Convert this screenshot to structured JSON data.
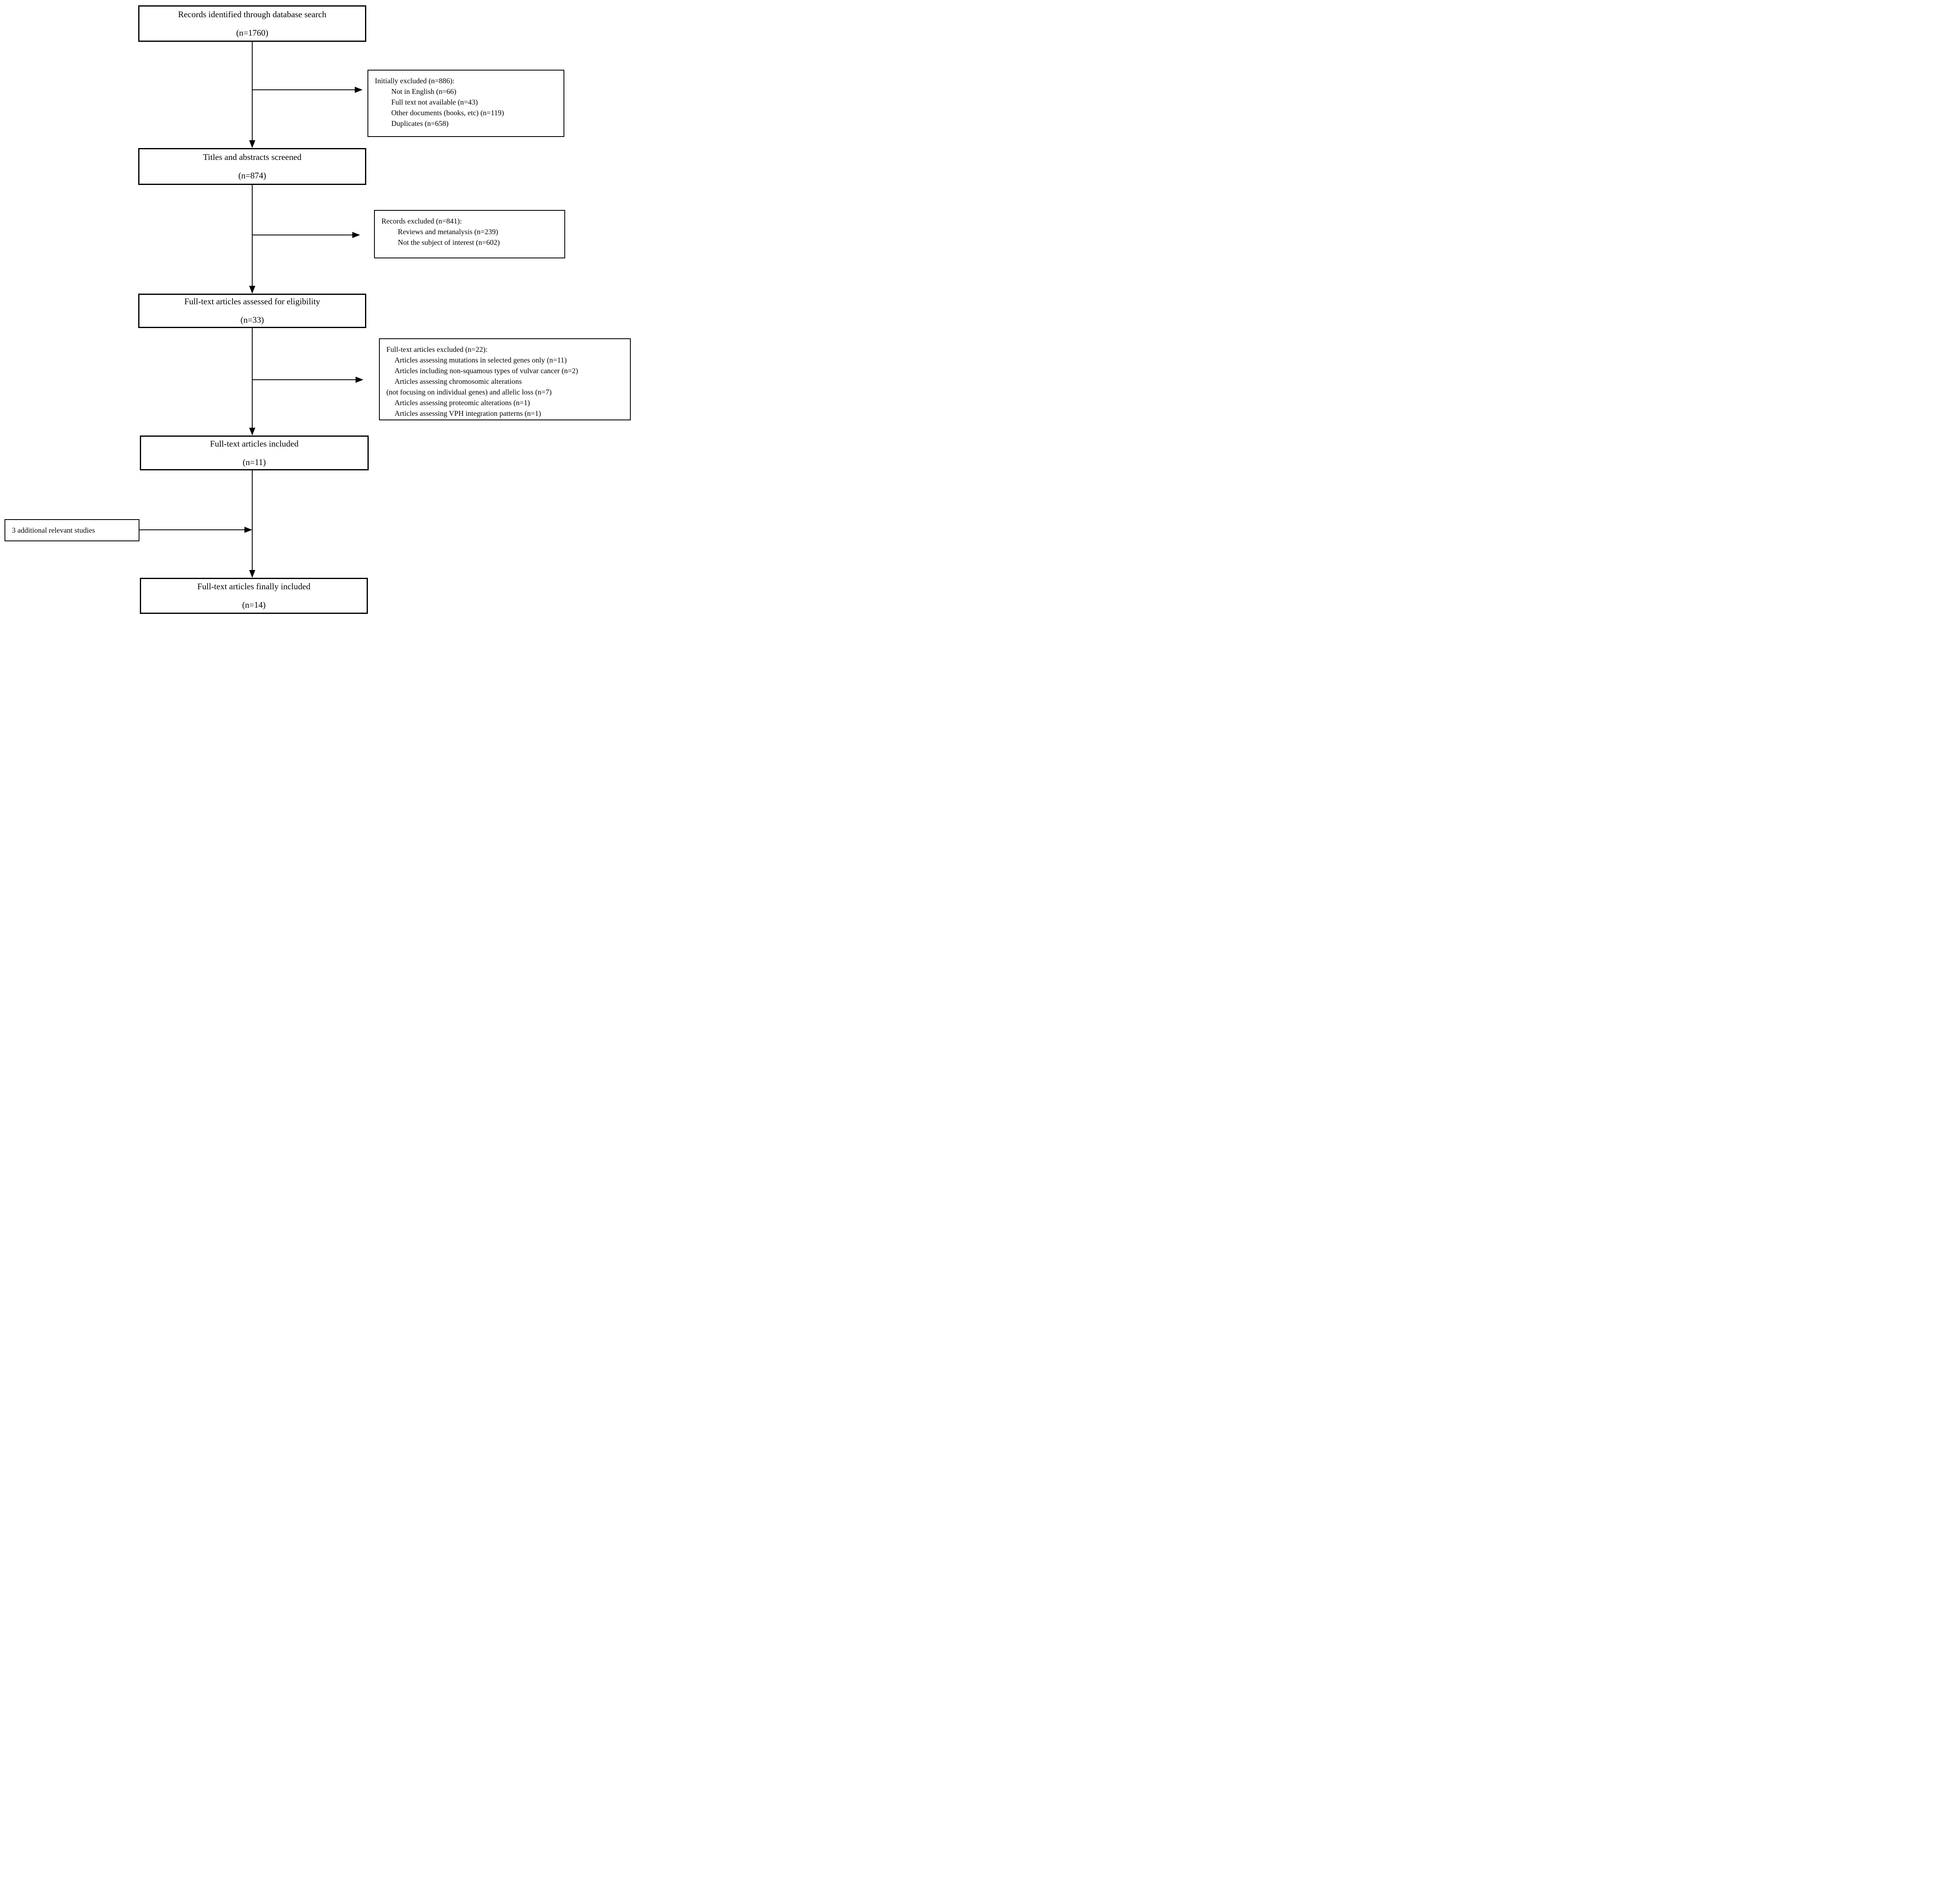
{
  "flow": {
    "main_boxes": [
      {
        "label": "Records identified through database search",
        "count": "(n=1760)"
      },
      {
        "label": "Titles and abstracts screened",
        "count": "(n=874)"
      },
      {
        "label": "Full-text articles assessed for eligibility",
        "count": "(n=33)"
      },
      {
        "label": "Full-text articles included",
        "count": "(n=11)"
      },
      {
        "label": "Full-text articles finally included",
        "count": "(n=14)"
      }
    ],
    "exclusion_boxes": [
      {
        "header": "Initially excluded (n=886):",
        "items": [
          "Not in English (n=66)",
          "Full text not available (n=43)",
          "Other documents (books, etc) (n=119)",
          "Duplicates (n=658)"
        ]
      },
      {
        "header": "Records excluded (n=841):",
        "items": [
          "Reviews and metanalysis (n=239)",
          "Not the subject of interest (n=602)"
        ]
      },
      {
        "header": "Full-text articles excluded (n=22):",
        "items": [
          "Articles assessing mutations in selected genes only (n=11)",
          "Articles including non-squamous types of vulvar cancer (n=2)",
          "Articles assessing chromosomic alterations",
          "(not focusing on individual genes) and allelic loss (n=7)",
          "Articles assessing proteomic alterations (n=1)",
          "Articles assessing VPH integration patterns (n=1)"
        ]
      }
    ],
    "addition_box": {
      "label": "3 additional relevant studies"
    },
    "colors": {
      "background": "#ffffff",
      "line": "#000000",
      "text": "#000000"
    }
  }
}
